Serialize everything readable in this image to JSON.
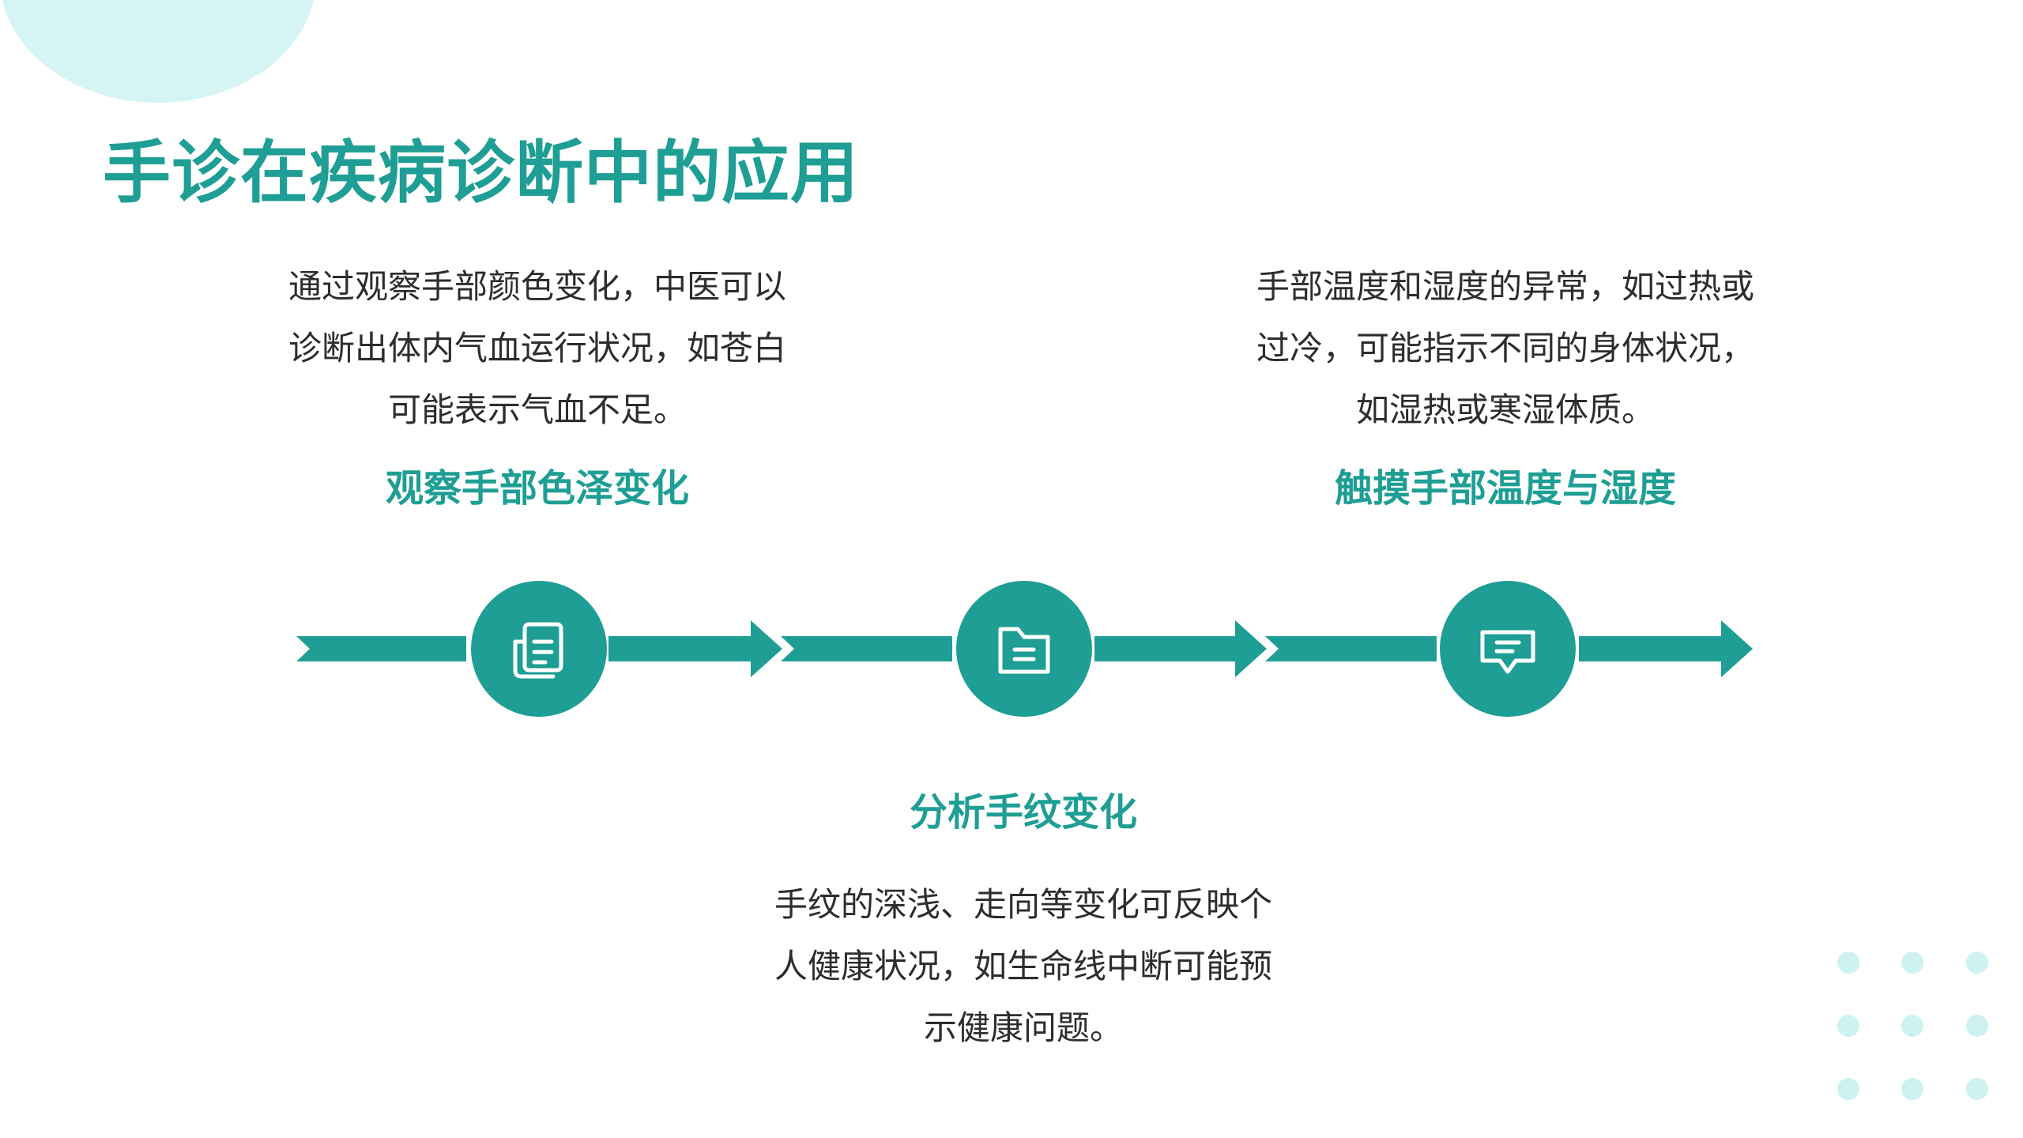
{
  "slide": {
    "title": "手诊在疾病诊断中的应用"
  },
  "steps": [
    {
      "heading": "观察手部色泽变化",
      "lines": [
        "通过观察手部颜色变化，中医可以",
        "诊断出体内气血运行状况，如苍白",
        "可能表示气血不足。"
      ],
      "icon": "document-icon"
    },
    {
      "heading": "分析手纹变化",
      "lines": [
        "手纹的深浅、走向等变化可反映个",
        "人健康状况，如生命线中断可能预",
        "示健康问题。"
      ],
      "icon": "folder-icon"
    },
    {
      "heading": "触摸手部温度与湿度",
      "lines": [
        "手部温度和湿度的异常，如过热或",
        "过冷，可能指示不同的身体状况，",
        "如湿热或寒湿体质。"
      ],
      "icon": "chat-icon"
    }
  ],
  "colors": {
    "accent": "#1e9e94",
    "text": "#2d2d2d",
    "decor_light": "#d6f4f4",
    "dots": "#cdf2f0"
  }
}
